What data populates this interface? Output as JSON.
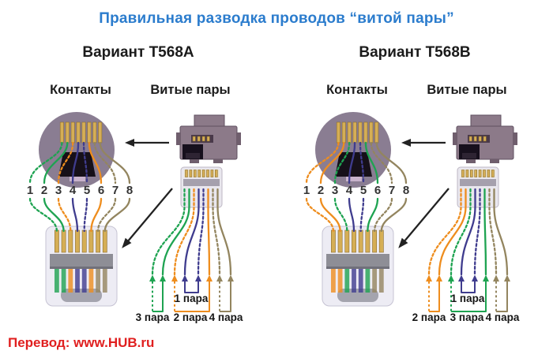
{
  "title": "Правильная разводка проводов “витой пары”",
  "footer": "Перевод: www.HUB.ru",
  "colors": {
    "title_blue": "#2b7ccd",
    "footer_red": "#e01f1f",
    "heading_black": "#1b1b1b",
    "wire_green": "#1ea351",
    "wire_orange": "#ee8d1e",
    "wire_blue": "#3f3c8e",
    "wire_brown": "#93855f",
    "contact_gold": "#d5ae55",
    "connector_mauve": "#8a7d92"
  },
  "section_labels": {
    "contacts": "Контакты",
    "twisted_pairs": "Витые пары"
  },
  "pin_numbers": [
    "1",
    "2",
    "3",
    "4",
    "5",
    "6",
    "7",
    "8"
  ],
  "variant_a": {
    "heading": "Вариант T568A",
    "wire_hex": [
      "#1ea351",
      "#1ea351",
      "#ee8d1e",
      "#3f3c8e",
      "#3f3c8e",
      "#ee8d1e",
      "#93855f",
      "#93855f"
    ],
    "bracket_hex": {
      "left": "#1ea351",
      "inner": "#3f3c8e",
      "mid": "#ee8d1e",
      "right": "#93855f"
    },
    "bracket_labels": {
      "left": "3 пара",
      "inner": "1 пара",
      "mid": "2 пара",
      "right": "4 пара"
    }
  },
  "variant_b": {
    "heading": "Вариант T568B",
    "wire_hex": [
      "#ee8d1e",
      "#ee8d1e",
      "#1ea351",
      "#3f3c8e",
      "#3f3c8e",
      "#1ea351",
      "#93855f",
      "#93855f"
    ],
    "bracket_hex": {
      "left": "#ee8d1e",
      "inner": "#3f3c8e",
      "mid": "#1ea351",
      "right": "#93855f"
    },
    "bracket_labels": {
      "left": "2 пара",
      "inner": "1 пара",
      "mid": "3 пара",
      "right": "4 пара"
    }
  }
}
